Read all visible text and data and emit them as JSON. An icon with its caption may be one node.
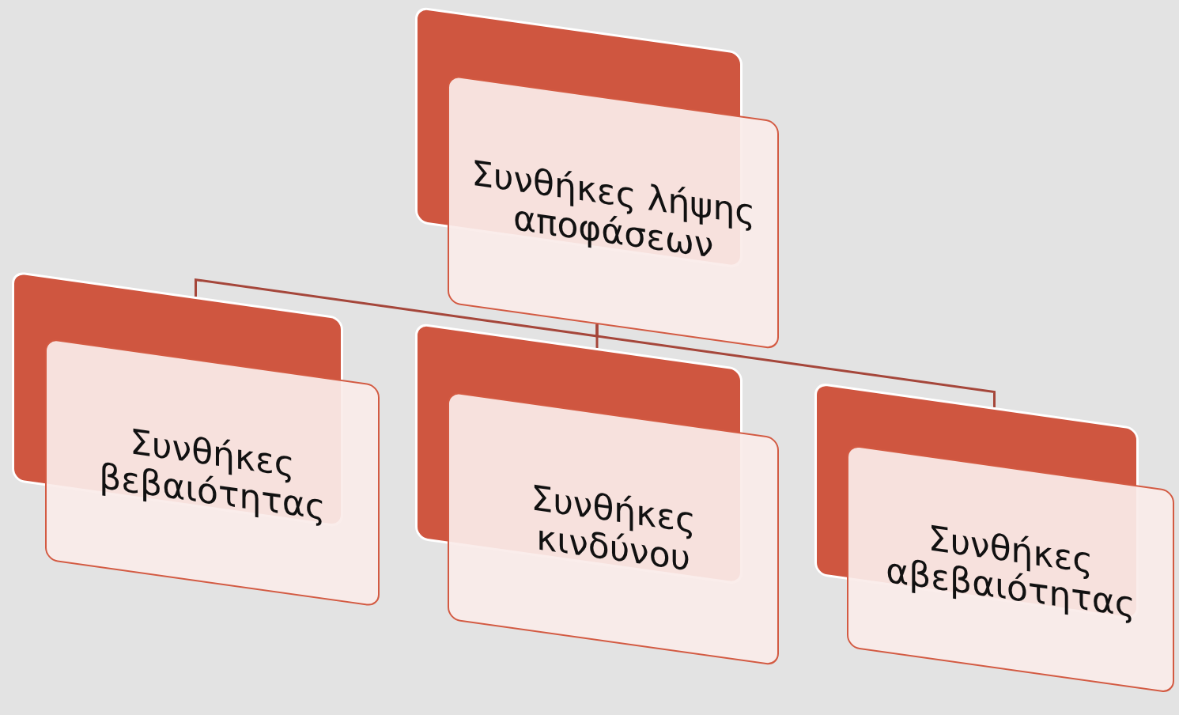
{
  "diagram": {
    "nodes": [
      {
        "text": [
          "Συνθήκες λήψης αποφάσεων"
        ]
      },
      {
        "text": [
          "Συνθήκες βεβαιότητας"
        ]
      },
      {
        "text": [
          "Συνθήκες κινδύνου"
        ]
      },
      {
        "text": [
          "Συνθήκες αβεβαιότητας"
        ]
      }
    ],
    "edges": [
      {
        "from": 0,
        "to": 1,
        "arrow": "none"
      },
      {
        "from": 0,
        "to": 2,
        "arrow": "none"
      },
      {
        "from": 0,
        "to": 3,
        "arrow": "none"
      }
    ]
  }
}
